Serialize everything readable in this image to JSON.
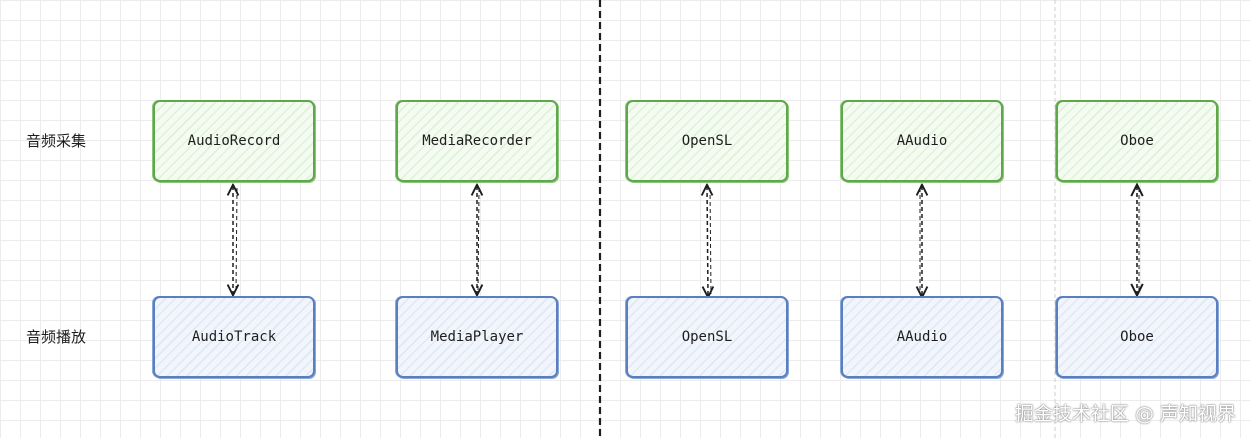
{
  "rows": {
    "capture_label": "音频采集",
    "playback_label": "音频播放"
  },
  "columns": [
    {
      "capture": "AudioRecord",
      "playback": "AudioTrack"
    },
    {
      "capture": "MediaRecorder",
      "playback": "MediaPlayer"
    },
    {
      "capture": "OpenSL",
      "playback": "OpenSL"
    },
    {
      "capture": "AAudio",
      "playback": "AAudio"
    },
    {
      "capture": "Oboe",
      "playback": "Oboe"
    }
  ],
  "watermark": "掘金技术社区 @ 声知视界",
  "colors": {
    "capture_border": "#5fa84a",
    "playback_border": "#5a7fbf",
    "text": "#1e1e1e"
  }
}
